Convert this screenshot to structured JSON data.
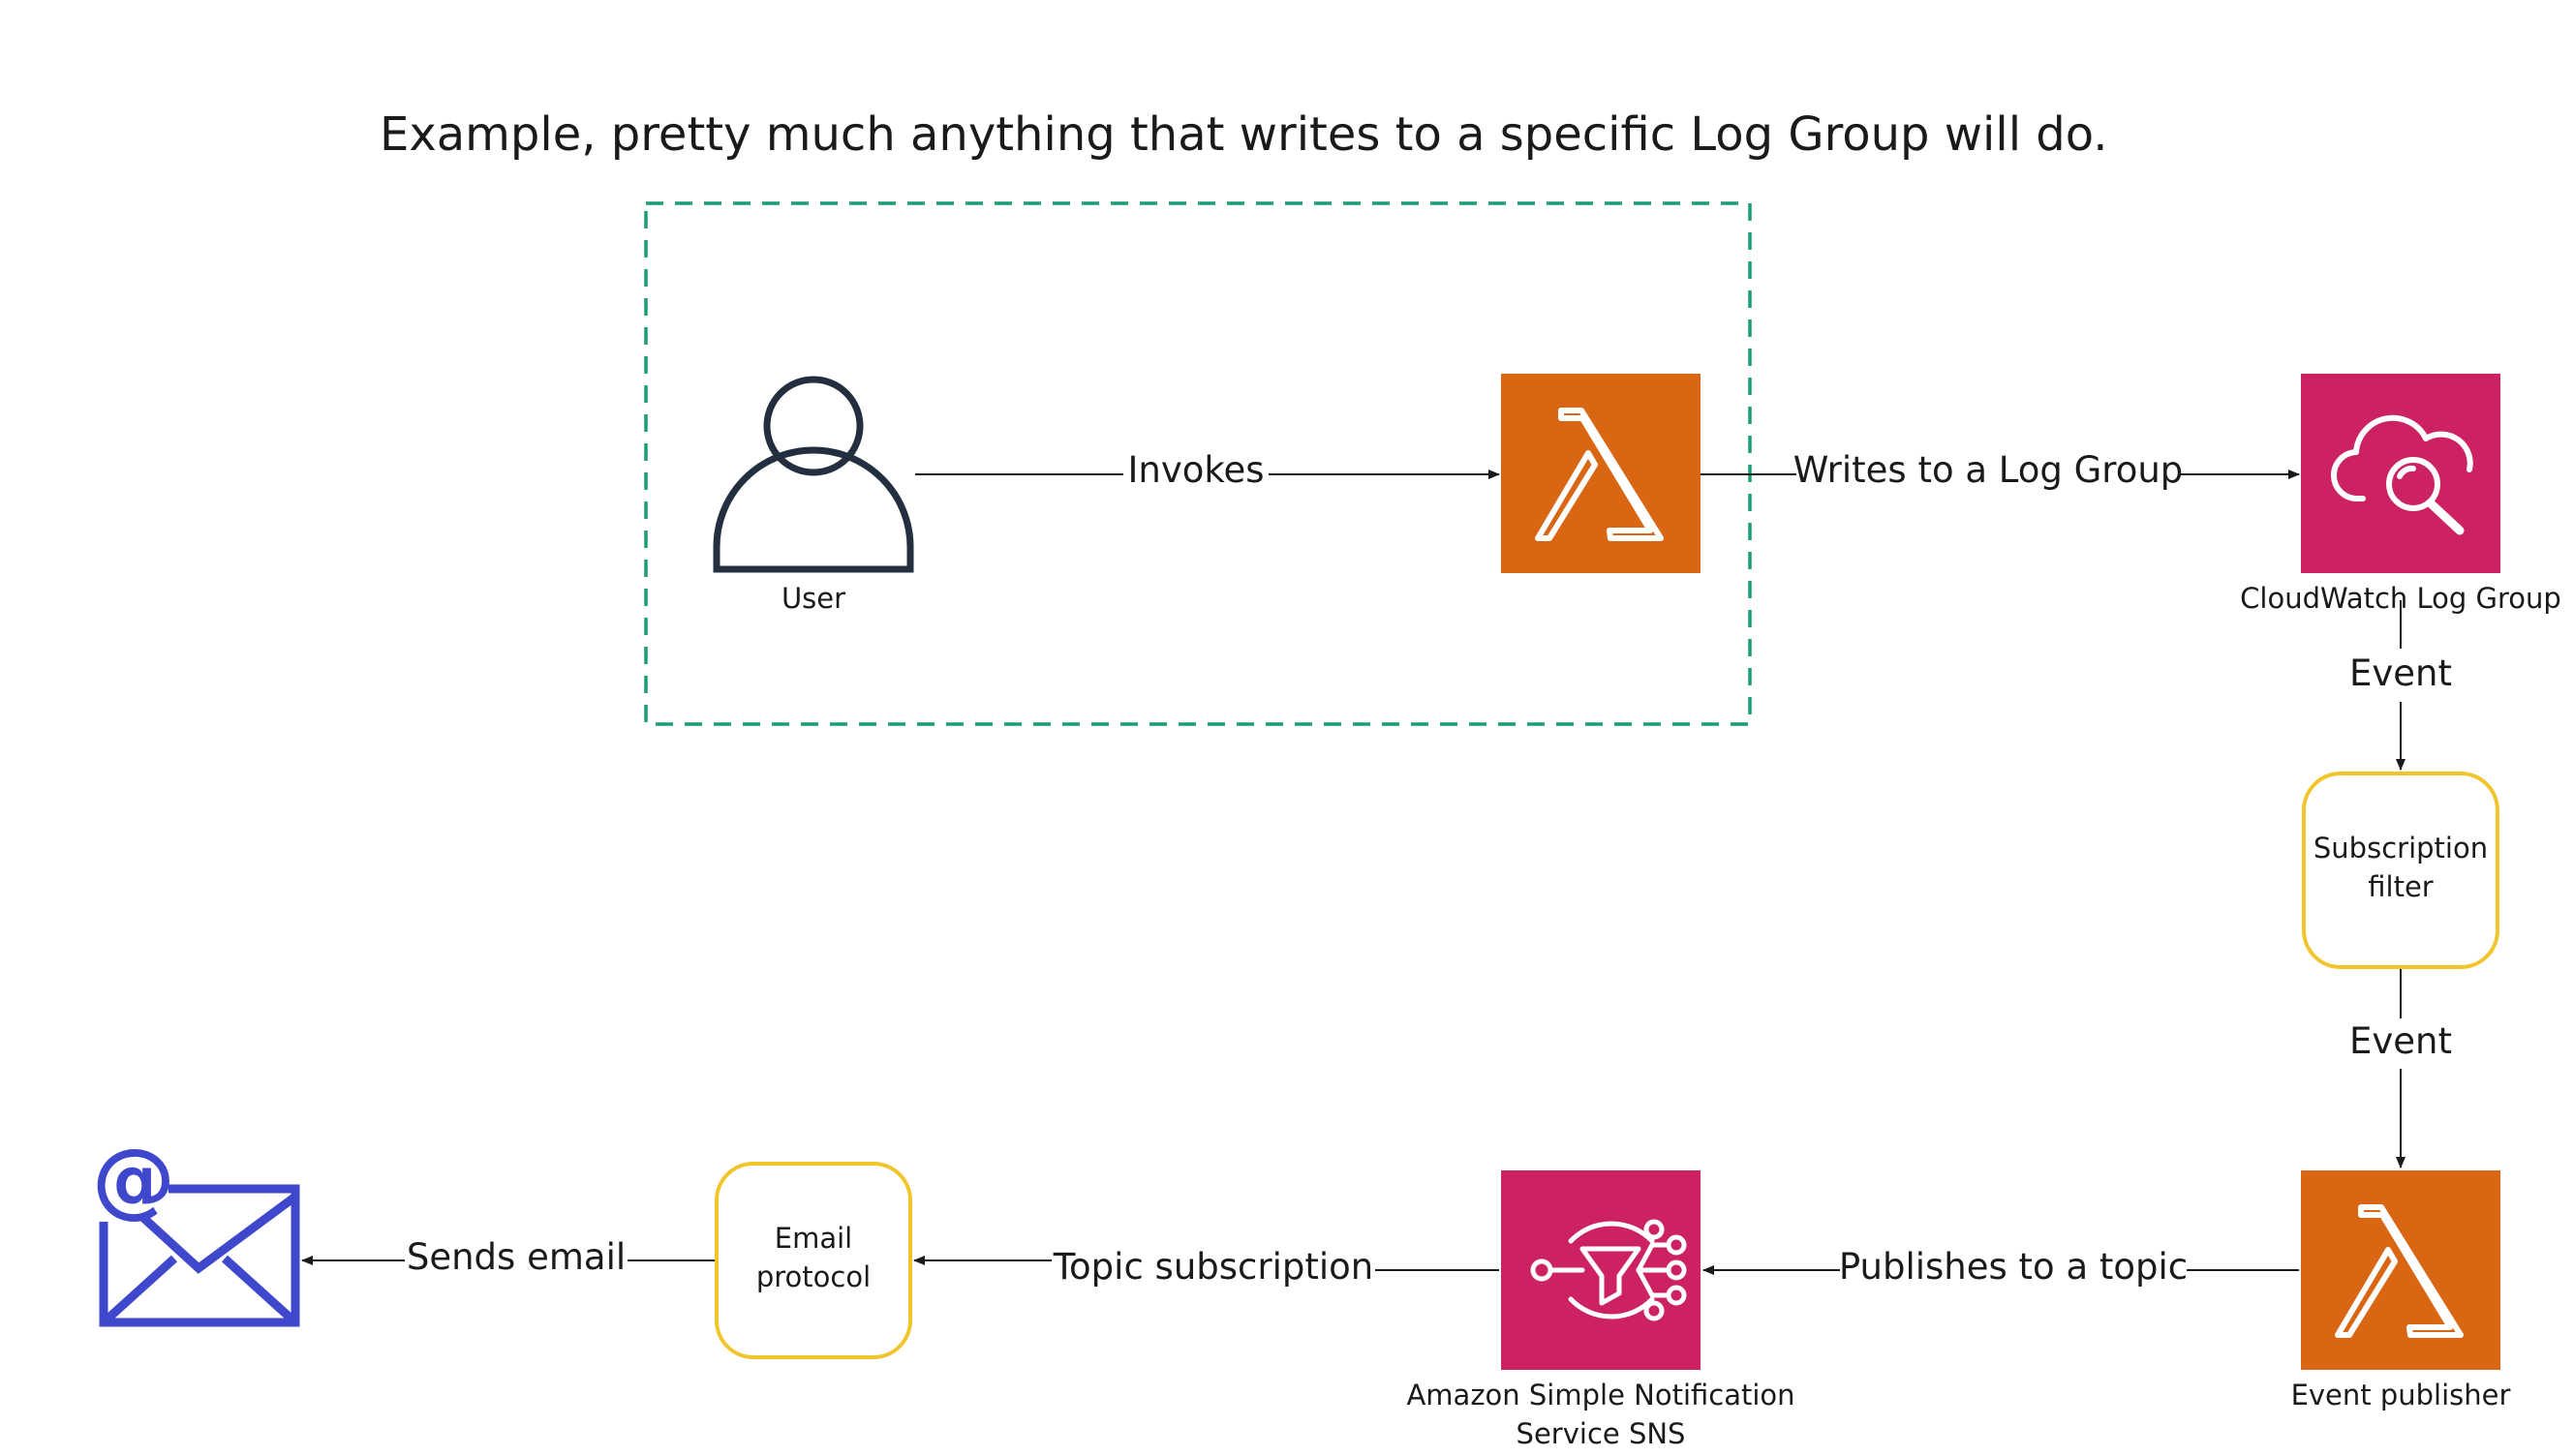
{
  "title": "Example, pretty much anything that writes to a specific Log Group will do.",
  "colors": {
    "lambda": "#D86613",
    "pink": "#CC2264",
    "dashed_border": "#1A9C77",
    "yellow_box": "#F0C42A",
    "email_blue": "#3F48CC",
    "user_stroke": "#232F3E",
    "line": "#1a1a1a"
  },
  "nodes": {
    "user": {
      "label": "User",
      "icon": "user-icon"
    },
    "lambda_main": {
      "label": "",
      "icon": "lambda-icon"
    },
    "cloudwatch": {
      "label": "CloudWatch Log Group",
      "icon": "cloudwatch-icon"
    },
    "subscription_filter": {
      "line1": "Subscription",
      "line2": "filter"
    },
    "event_publisher": {
      "label": "Event publisher",
      "icon": "lambda-icon"
    },
    "sns": {
      "line1": "Amazon Simple Notification",
      "line2": "Service SNS",
      "icon": "sns-icon"
    },
    "email_protocol": {
      "line1": "Email",
      "line2": "protocol"
    },
    "email": {
      "icon": "email-icon"
    }
  },
  "edges": {
    "invokes": "Invokes",
    "writes": "Writes to a Log Group",
    "event1": "Event",
    "event2": "Event",
    "publishes": "Publishes to a topic",
    "topic_subscription": "Topic subscription",
    "sends_email": "Sends email"
  }
}
